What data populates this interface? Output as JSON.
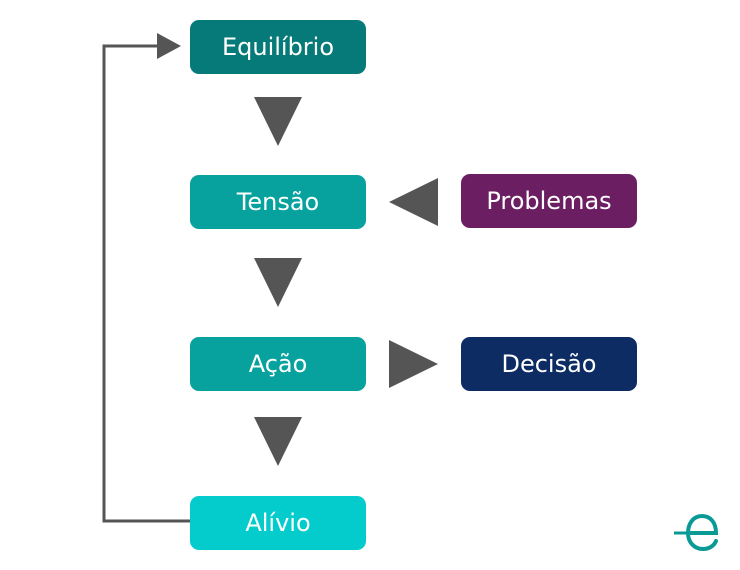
{
  "nodes": {
    "equilibrio": {
      "label": "Equilíbrio",
      "color": "#067a78"
    },
    "tensao": {
      "label": "Tensão",
      "color": "#07a19e"
    },
    "acao": {
      "label": "Ação",
      "color": "#07a19e"
    },
    "alivio": {
      "label": "Alívio",
      "color": "#05cccc"
    },
    "problemas": {
      "label": "Problemas",
      "color": "#6c1e63"
    },
    "decisao": {
      "label": "Decisão",
      "color": "#0c2c63"
    }
  },
  "arrow_color": "#555555",
  "logo": {
    "letter": "e",
    "color": "#0a9a95"
  }
}
